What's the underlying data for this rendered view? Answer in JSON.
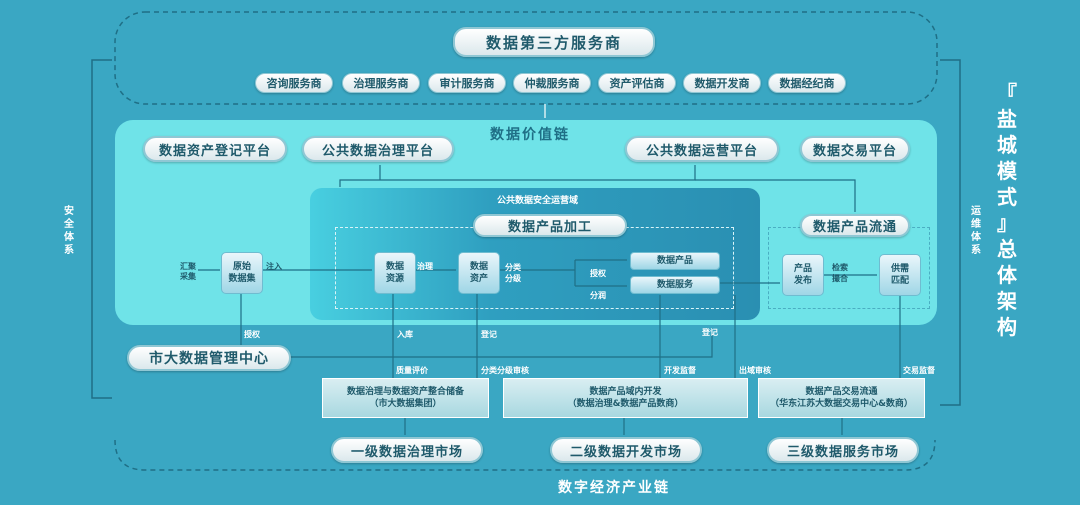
{
  "top": {
    "title": "数据第三方服务商",
    "services": [
      "咨询服务商",
      "治理服务商",
      "审计服务商",
      "仲裁服务商",
      "资产评估商",
      "数据开发商",
      "数据经纪商"
    ]
  },
  "value_chain": {
    "title": "数据价值链",
    "platforms": [
      "数据资产登记平台",
      "公共数据治理平台",
      "公共数据运营平台",
      "数据交易平台"
    ],
    "security_domain": "公共数据安全运营域",
    "processing_title": "数据产品加工",
    "circulation_title": "数据产品流通",
    "nodes": {
      "raw": [
        "原始",
        "数据集"
      ],
      "resource": [
        "数据",
        "资源"
      ],
      "asset": [
        "数据",
        "资产"
      ],
      "product": "数据产品",
      "service": "数据服务",
      "publish": [
        "产品",
        "发布"
      ],
      "match": [
        "供需",
        "匹配"
      ]
    },
    "edge_labels": {
      "collect": [
        "汇聚",
        "采集"
      ],
      "inject": "注入",
      "govern": "治理",
      "classify": [
        "分类",
        "分级"
      ],
      "authorize": "授权",
      "moisten": "分润",
      "retrieve": [
        "检索",
        "撮合"
      ]
    }
  },
  "management": {
    "center": "市大数据管理中心",
    "labels": {
      "authorize": "授权",
      "storage": "入库",
      "register1": "登记",
      "register2": "登记",
      "quality": "质量评价",
      "classify_review": "分类分级审核",
      "dev_supervision": "开发监督",
      "exit_review": "出域审核",
      "trade_supervision": "交易监督"
    }
  },
  "bottom_boxes": [
    {
      "line1": "数据治理与数据资产整合储备",
      "line2": "（市大数据集团）"
    },
    {
      "line1": "数据产品域内开发",
      "line2": "（数据治理&数据产品数商）"
    },
    {
      "line1": "数据产品交易流通",
      "line2": "（华东江苏大数据交易中心&数商）"
    }
  ],
  "markets": [
    "一级数据治理市场",
    "二级数据开发市场",
    "三级数据服务市场"
  ],
  "industry_chain": "数字经济产业链",
  "left_side": "安全体系",
  "right_side": "运维体系",
  "main_title": [
    "『",
    "盐",
    "城",
    "模",
    "式",
    "』",
    "总",
    "体",
    "架",
    "构"
  ],
  "colors": {
    "background": "#3aa7c3",
    "value_chain": "#6fe3e8",
    "processing": "#2f9fc0",
    "pill_text": "#1f5a6b"
  }
}
